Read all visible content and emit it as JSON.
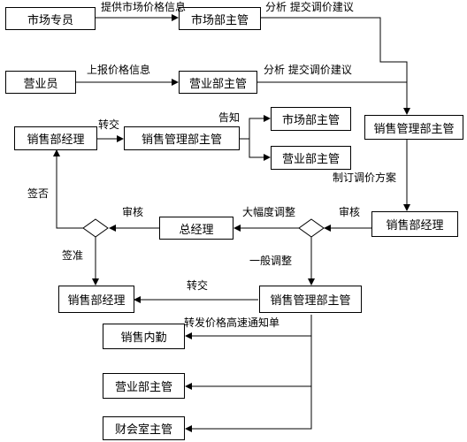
{
  "nodes": {
    "market_specialist": "市场专员",
    "market_manager_1": "市场部主管",
    "salesperson": "营业员",
    "business_manager_1": "营业部主管",
    "sales_mgmt_manager_1": "销售管理部主管",
    "sales_manager_1": "销售部经理",
    "sales_mgmt_manager_2": "销售管理部主管",
    "market_manager_2": "市场部主管",
    "business_manager_2": "营业部主管",
    "sales_manager_2": "销售部经理",
    "general_manager": "总经理",
    "sales_manager_3": "销售部经理",
    "sales_mgmt_manager_3": "销售管理部主管",
    "sales_clerk": "销售内勤",
    "business_manager_3": "营业部主管",
    "finance_manager": "财会室主管"
  },
  "edges": {
    "provide_market_price": "提供市场价格信息",
    "analyze_submit_1": "分析 提交调价建议",
    "report_price": "上报价格信息",
    "analyze_submit_2": "分析 提交调价建议",
    "formulate_plan": "制订调价方案",
    "review_1": "审核",
    "major_adjust": "大幅度调整",
    "review_2": "审核",
    "general_adjust": "一般调整",
    "reject": "签否",
    "approve": "签准",
    "forward_1": "转交",
    "notify": "告知",
    "forward_2": "转交",
    "forward_notice": "转发价格高速通知单"
  }
}
